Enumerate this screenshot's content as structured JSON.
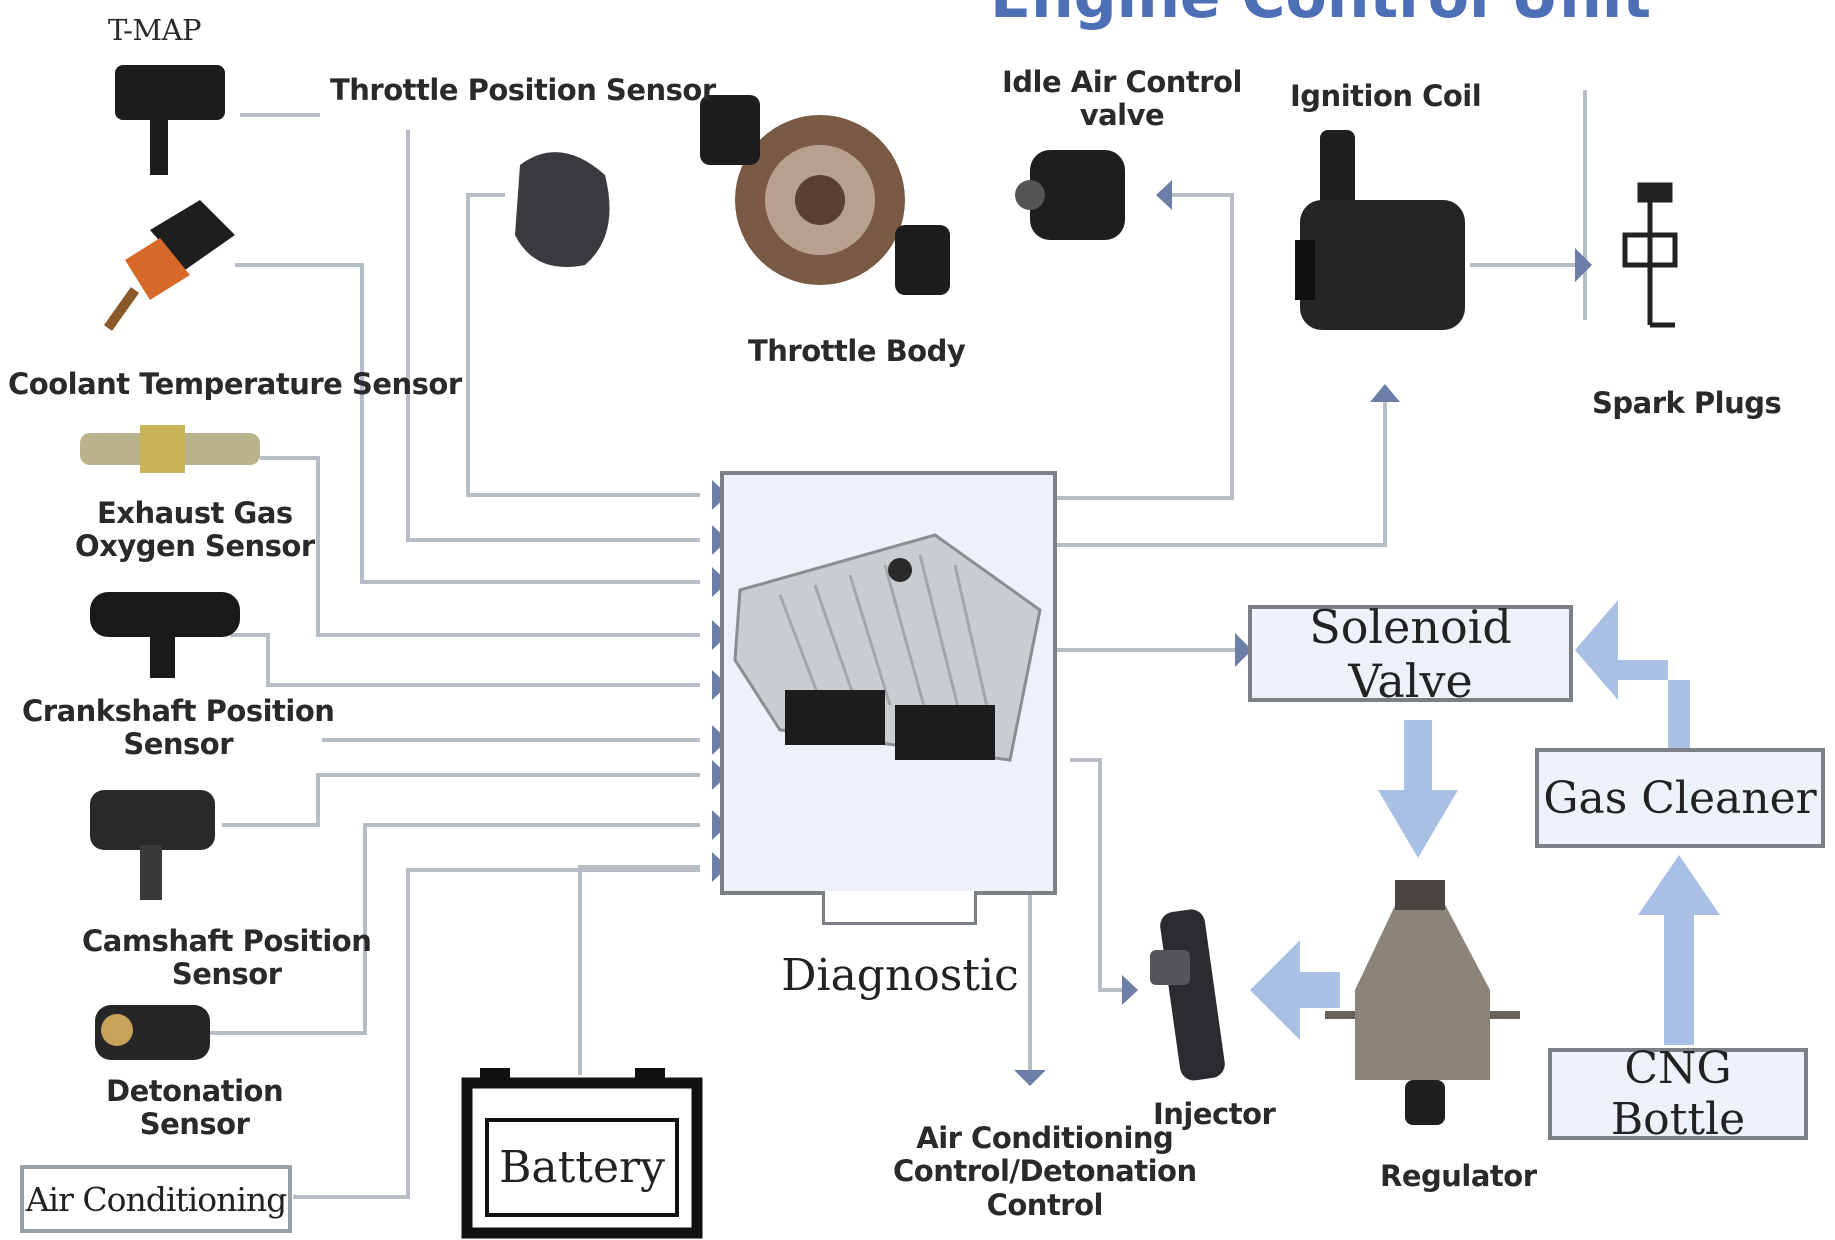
{
  "title": "Engine Control Unit",
  "colors": {
    "line": "#b7bdc6",
    "arrow": "#a9bfe4",
    "arrow_dark": "#6b7fa8",
    "ecu_fill": "#edf1f8",
    "box_border": "#7b7f86",
    "title": "#4d6fb6"
  },
  "sensors": {
    "tmap": "T-MAP",
    "throttle_position": "Throttle Position Sensor",
    "coolant_temperature": "Coolant Temperature Sensor",
    "exhaust_gas_line1": "Exhaust Gas",
    "exhaust_gas_line2": "Oxygen Sensor",
    "crankshaft_line1": "Crankshaft Position",
    "crankshaft_line2": "Sensor",
    "camshaft_line1": "Camshaft Position",
    "camshaft_line2": "Sensor",
    "detonation_line1": "Detonation",
    "detonation_line2": "Sensor"
  },
  "actuators": {
    "throttle_body": "Throttle Body",
    "idle_air_line1": "Idle Air Control",
    "idle_air_line2": "valve",
    "ignition_coil": "Ignition Coil",
    "spark_plugs": "Spark Plugs",
    "injector": "Injector",
    "regulator": "Regulator",
    "ac_control_line1": "Air Conditioning",
    "ac_control_line2": "Control/Detonation",
    "ac_control_line3": "Control"
  },
  "boxes": {
    "air_conditioning": "Air Conditioning",
    "battery": "Battery",
    "diagnostic": "Diagnostic",
    "solenoid_valve": "Solenoid Valve",
    "gas_cleaner": "Gas Cleaner",
    "cng_bottle": "CNG Bottle"
  }
}
